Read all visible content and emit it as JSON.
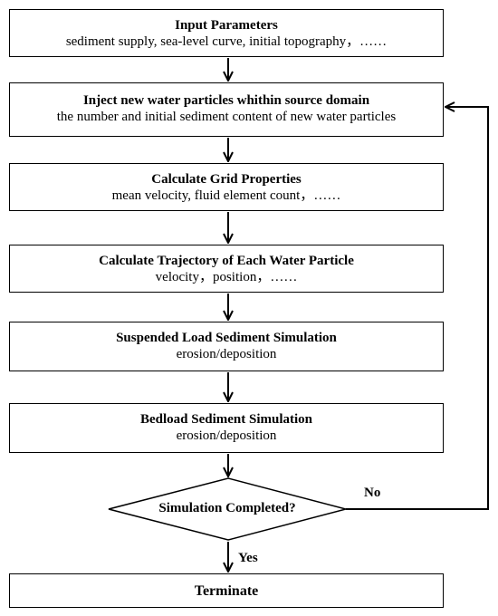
{
  "flowchart": {
    "steps": [
      {
        "title": "Input Parameters",
        "subtitle": "sediment supply, sea-level curve, initial topography，……"
      },
      {
        "title": "Inject new water particles whithin source domain",
        "subtitle": "the number and  initial sediment content of new water particles"
      },
      {
        "title": "Calculate Grid Properties",
        "subtitle": "mean velocity, fluid element count，……"
      },
      {
        "title": "Calculate Trajectory of Each Water Particle",
        "subtitle": "velocity，position，……"
      },
      {
        "title": "Suspended Load Sediment Simulation",
        "subtitle": "erosion/deposition"
      },
      {
        "title": "Bedload Sediment Simulation",
        "subtitle": "erosion/deposition"
      }
    ],
    "decision": {
      "label": "Simulation Completed?",
      "no_label": "No",
      "yes_label": "Yes"
    },
    "terminal": {
      "label": "Terminate"
    }
  }
}
